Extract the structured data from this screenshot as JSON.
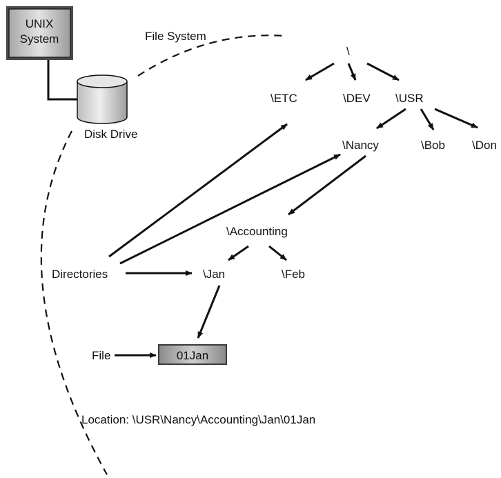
{
  "unix_system": {
    "line1": "UNIX",
    "line2": "System"
  },
  "labels": {
    "file_system": "File System",
    "disk_drive": "Disk Drive",
    "directories": "Directories",
    "file": "File",
    "location": "Location: \\USR\\Nancy\\Accounting\\Jan\\01Jan"
  },
  "nodes": {
    "root": "\\",
    "etc": "\\ETC",
    "dev": "\\DEV",
    "usr": "\\USR",
    "nancy": "\\Nancy",
    "bob": "\\Bob",
    "don": "\\Don",
    "accounting": "\\Accounting",
    "jan": "\\Jan",
    "feb": "\\Feb",
    "file_01jan": "01Jan"
  },
  "colors": {
    "box_fill_light": "#d2d2d2",
    "box_fill_dark": "#8a8a8a",
    "line": "#111111"
  }
}
